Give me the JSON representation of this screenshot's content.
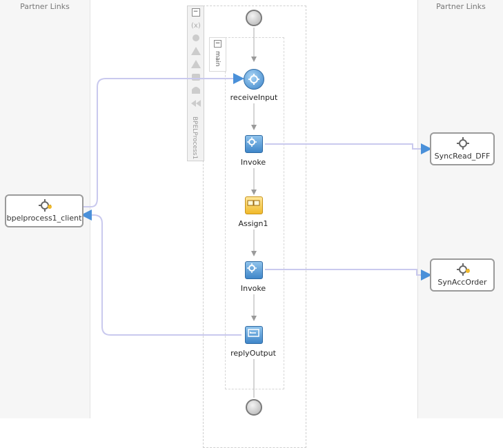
{
  "lanes": {
    "left_title": "Partner Links",
    "right_title": "Partner Links"
  },
  "palette": {
    "collapse_symbol": "−",
    "vertical_label": "BPELProcess1",
    "icons": [
      "variables-icon",
      "correlation-icon",
      "fault-handler-icon",
      "event-handler-icon",
      "compensation-icon",
      "termination-icon",
      "rewind-icon"
    ]
  },
  "scope": {
    "collapse_symbol": "−",
    "label": "main"
  },
  "activities": {
    "receive": "receiveInput",
    "invoke1": "Invoke",
    "assign": "Assign1",
    "invoke2": "Invoke",
    "reply": "replyOutput"
  },
  "partners": {
    "client": "bpelprocess1_client",
    "sync_read": "SyncRead_DFF",
    "sync_acc": "SynAccOrder"
  },
  "colors": {
    "link": "#c9c9ee",
    "flow": "#9a9a9a",
    "activity_blue": "#3f86c9",
    "assign_yellow": "#f0b92a"
  }
}
